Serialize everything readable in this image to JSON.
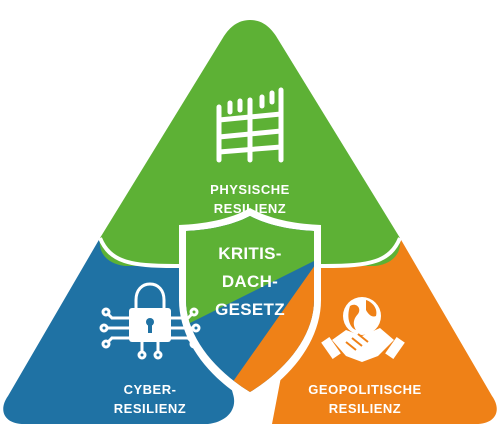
{
  "colors": {
    "green": "#5db135",
    "blue": "#1f72a4",
    "orange": "#ef8117",
    "white": "#ffffff"
  },
  "segments": {
    "physical": {
      "line1": "PHYSISCHE",
      "line2": "RESILIENZ",
      "icon": "fence-icon"
    },
    "cyber": {
      "line1": "CYBER-",
      "line2": "RESILIENZ",
      "icon": "padlock-circuit-icon"
    },
    "geopolitical": {
      "line1": "GEOPOLITISCHE",
      "line2": "RESILIENZ",
      "icon": "globe-handshake-icon"
    }
  },
  "shield": {
    "line1": "KRITIS-",
    "line2": "DACH-",
    "line3": "GESETZ",
    "icon": "shield-icon"
  }
}
